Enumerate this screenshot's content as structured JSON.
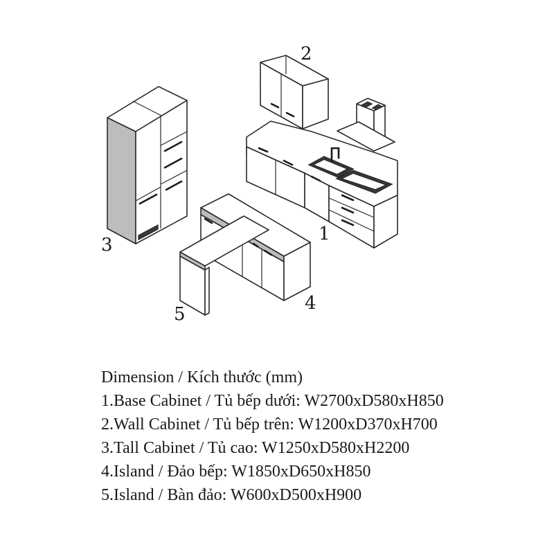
{
  "callouts": [
    "1",
    "2",
    "3",
    "4",
    "5"
  ],
  "dimensions": {
    "heading": "Dimension / Kích thước (mm)",
    "items": [
      "1.Base Cabinet / Tủ bếp dưới: W2700xD580xH850",
      "2.Wall Cabinet / Tủ bếp trên: W1200xD370xH700",
      "3.Tall Cabinet / Tủ cao: W1250xD580xH2200",
      "4.Island / Đảo bếp: W1850xD650xH850",
      "5.Island / Bàn đảo: W600xD500xH900"
    ]
  }
}
